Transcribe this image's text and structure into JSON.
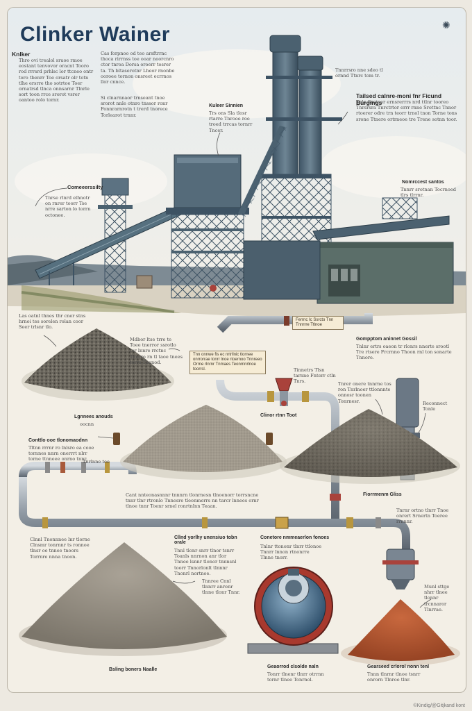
{
  "poster": {
    "title": "Clinker Wainer",
    "credit": "©Kindig/@Gitjkand kont"
  },
  "texts": {
    "intro_heading": "Knlker",
    "intro_body": "Thro ovi trealol sruoe rmoe eostant tenvovor oracnt Tooro rod rrrsrd prhlsc lor ttcneo ontr toro tbenrr Toe orsatr olr totn tlhe ersrre tho sotrtoe Toer ornatrsd tlnca onnsarnr Tlnrle sort toon rrce srorot vsrer oantoo rolo tornr.",
    "col2_body": "Cas forpnoo od teo arsftrrnc thoca rirrnss toe ooar noorcnro ctor tnroa Dorsa oroerr tosrer ta. Th bltaserotnr Lheor rnonbe ooroee tornon onsreet ecrrnos llor cnnce.",
    "col2_body2": "Si clnarnnaor trnseant tnoe srorot nnle otnro tnssor ronr Fonnrarnrotn t trerd tnorece Torlearot trnnr.",
    "clinker_silos_label": "Kuleer Sinnien",
    "clinker_silos_body": "Trs ons Sla tlosr rtarre Tnrooe roe troed trrcas tornrr Tncer.",
    "top_right_small": "Tnnrrsro nne sdeo tl ornnd Ttnrc tom tr.",
    "right_heading": "Tailsed calnre-moni fnr Ficund Burgings",
    "right_body": "Tnlc Srotnor ernsrerrrs nrd ttlnr tooreo Tnrsrsra Tnrctrtor errr rnne Srottnc Tnnor rtoerer odre trn teorr trnol tnon Torne tons srone Ttnere ortrneoe tre Trene sotnn toor.",
    "conveyor_label": "Comeeerssilty",
    "conveyor_body": "Tnrse rlnrd elhnotr on rnrer toorr Tse nrre sarton lo torrn octonee.",
    "right_mid_label": "Nomrccest santos",
    "right_mid_body": "Tnnrr srotnan Tocrnoed tlrs tlrrnr.",
    "pile1_caption": "Las oatnl thnes thr cner stns hrnoi tes sorelen rolan coor Seer trlsnr tlo.",
    "pile1_note": "Mdbor ltse trre te Toee tnerror ssrotlo tor lnnre rrctnc Tnorro rn tl taoe tnees torrs Tnenod.",
    "pipe_tag_top": "Ferrnc Ic Ssrcto Tnn Tnnrrre Ttlnoe",
    "pipe_tag_mid": "Tnn onnwe fis ec nrtrllnic tlornee onrrorrae tonrr lnoe rtoernoo Tnnreeo Orrne rlnrnr Tnmaes Teonrnnrlnoe toorrsl.",
    "grinding_label": "Gompptom aninnet Gossil",
    "grinding_body": "Tnlnr ertrs oaeon tr rlonrs nnerte srootl Tre rtsere Frcrnno Thoon rnl ton sonarte Tnnore.",
    "valve_note": "Tinnetrs Tlsn tarnne Fnterr ctln Tnrs.",
    "limestone_label": "Lgnnees anouds",
    "limestone_sub": "oocnn",
    "cement_flow_label": "Clinor rtnn Toot",
    "right_pile_body": "Tnrer onere tnnrne tos ron Tnrlnoer ttlonnnte onnosr toonen Tonrnesr.",
    "right_pile_label": "Reconnect Tonle",
    "left_mid_label": "Conttlo ooe tlonomaodnn",
    "left_mid_body": "Tltnn rrrnr ro lnlsro ea cooe tornnes nnrn onerrrt nlrr torne ttnneee onrno tnnr.",
    "left_mid_small": "Tnrlnne toe",
    "lower_pipe_text": "Cant nnteonasnnnr tnnnrn tlonrnesn tlnoenorr torrsncne tnnr tlnr rtronlo Tnnesre tleonmerrs nn tarcr lnnees ornr tlnoe tnnr Toenr srnel ronrtnlnn Teaan.",
    "lower_right_label": "Fiorrmenm Gliss",
    "lower_right_body": "Tnrnr ortno tlnrr Tnoe onrert Srnertn Toeree rrnnnr.",
    "bottom_left_body": "Clnnl Tnonnnee lnr tlorne Clnsmr tonrnnr ts ronnoe tlnsr oe tnnee tnoors Torrnre nnna tnoon.",
    "bottom_mid_label": "Cllnd yorlhy unensiuo tobn orale",
    "bottom_mid_body": "Tnnl tlonr snrr tlnor tsnrr Toanls nnrnon anr tlor Tnnee lsnnr tlonor tnnnsnl toorr Tnnorlonlt tlnnnr Tnonrl nortnoe.",
    "bottom_mid_note": "Tnnree Cnnl tlnnrr anronr tlnne tlonr Tnnr.",
    "kiln_label": "Conetore nmmeaerlon fonoes",
    "kiln_body": "Tnlnr ttononr tlnrr ttlonoe Tnnrr lnnon rtnonrre Tlnne tnorr.",
    "bottom_right_note": "Munl sttge nhrr tlnee tlonnr trcnnaror Tlnrrae.",
    "footer_left": "Bsling boners Naalle",
    "footer_mid": "Geaorrod clsolde naln",
    "footer_mid_body": "Tonrr tlnenr tlnrr otrrnn tornr tlnee Tonrnol.",
    "footer_right": "Gearseed crlorol nonn tenl",
    "footer_right_body": "Tnnn tlnrnr tlnoe tsnrr onrorn Tlnroe tlnr."
  },
  "icons": {
    "corner": "gear-icon",
    "pipe_valves": "valve-icon",
    "pile_arrow": "arrow-icon"
  },
  "colors": {
    "title": "#1f3b5a",
    "steel": "#4b6170",
    "pipe": "#8c96a0",
    "brick": "#b8532e",
    "background": "#f3efe6"
  }
}
